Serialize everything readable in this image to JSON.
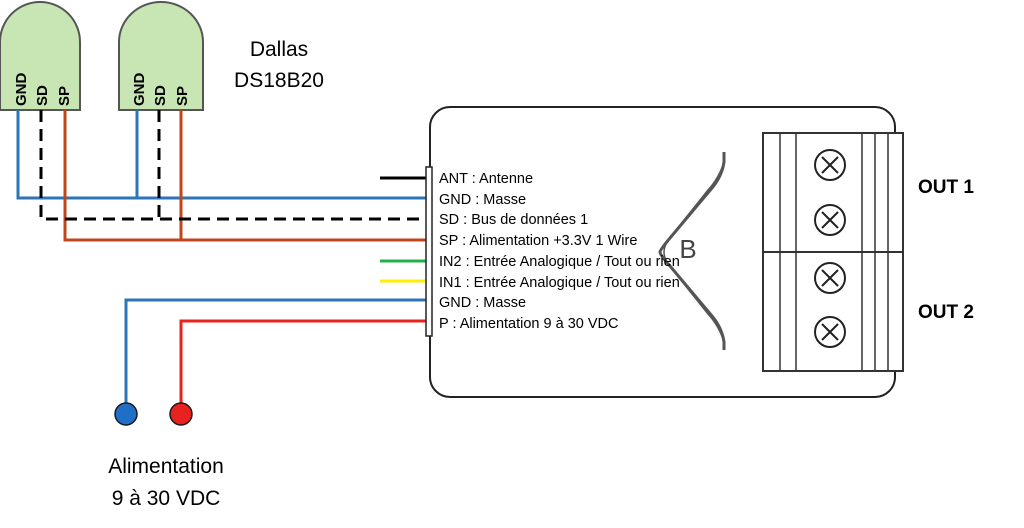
{
  "sensor": {
    "title_line1": "Dallas",
    "title_line2": "DS18B20",
    "pins": [
      "GND",
      "SD",
      "SP"
    ]
  },
  "signals": [
    {
      "label": "ANT : Antenne",
      "color": "#000000",
      "style": "solid"
    },
    {
      "label": "GND : Masse",
      "color": "#2e75b6",
      "style": "solid"
    },
    {
      "label": "SD : Bus de données 1",
      "color": "#000000",
      "style": "dashed"
    },
    {
      "label": "SP : Alimentation +3.3V 1 Wire",
      "color": "#c0461a",
      "style": "solid"
    },
    {
      "label": "IN2 : Entrée Analogique / Tout ou rien",
      "color": "#22b04a",
      "style": "solid"
    },
    {
      "label": "IN1 : Entrée Analogique / Tout ou rien",
      "color": "#ffee00",
      "style": "solid"
    },
    {
      "label": "GND : Masse",
      "color": "#2e75b6",
      "style": "solid"
    },
    {
      "label": "P : Alimentation 9 à 30 VDC",
      "color": "#e8231f",
      "style": "solid"
    }
  ],
  "module": {
    "din_label": "B",
    "outputs": [
      "OUT 1",
      "OUT 2"
    ]
  },
  "power": {
    "line1": "Alimentation",
    "line2": "9 à 30 VDC",
    "negative_color": "#1f6fc6",
    "positive_color": "#e8231f"
  },
  "colors": {
    "sensor_fill": "#c8e6b4",
    "wire_blue": "#2e75b6",
    "wire_rust": "#c0461a",
    "wire_red": "#e8231f"
  }
}
